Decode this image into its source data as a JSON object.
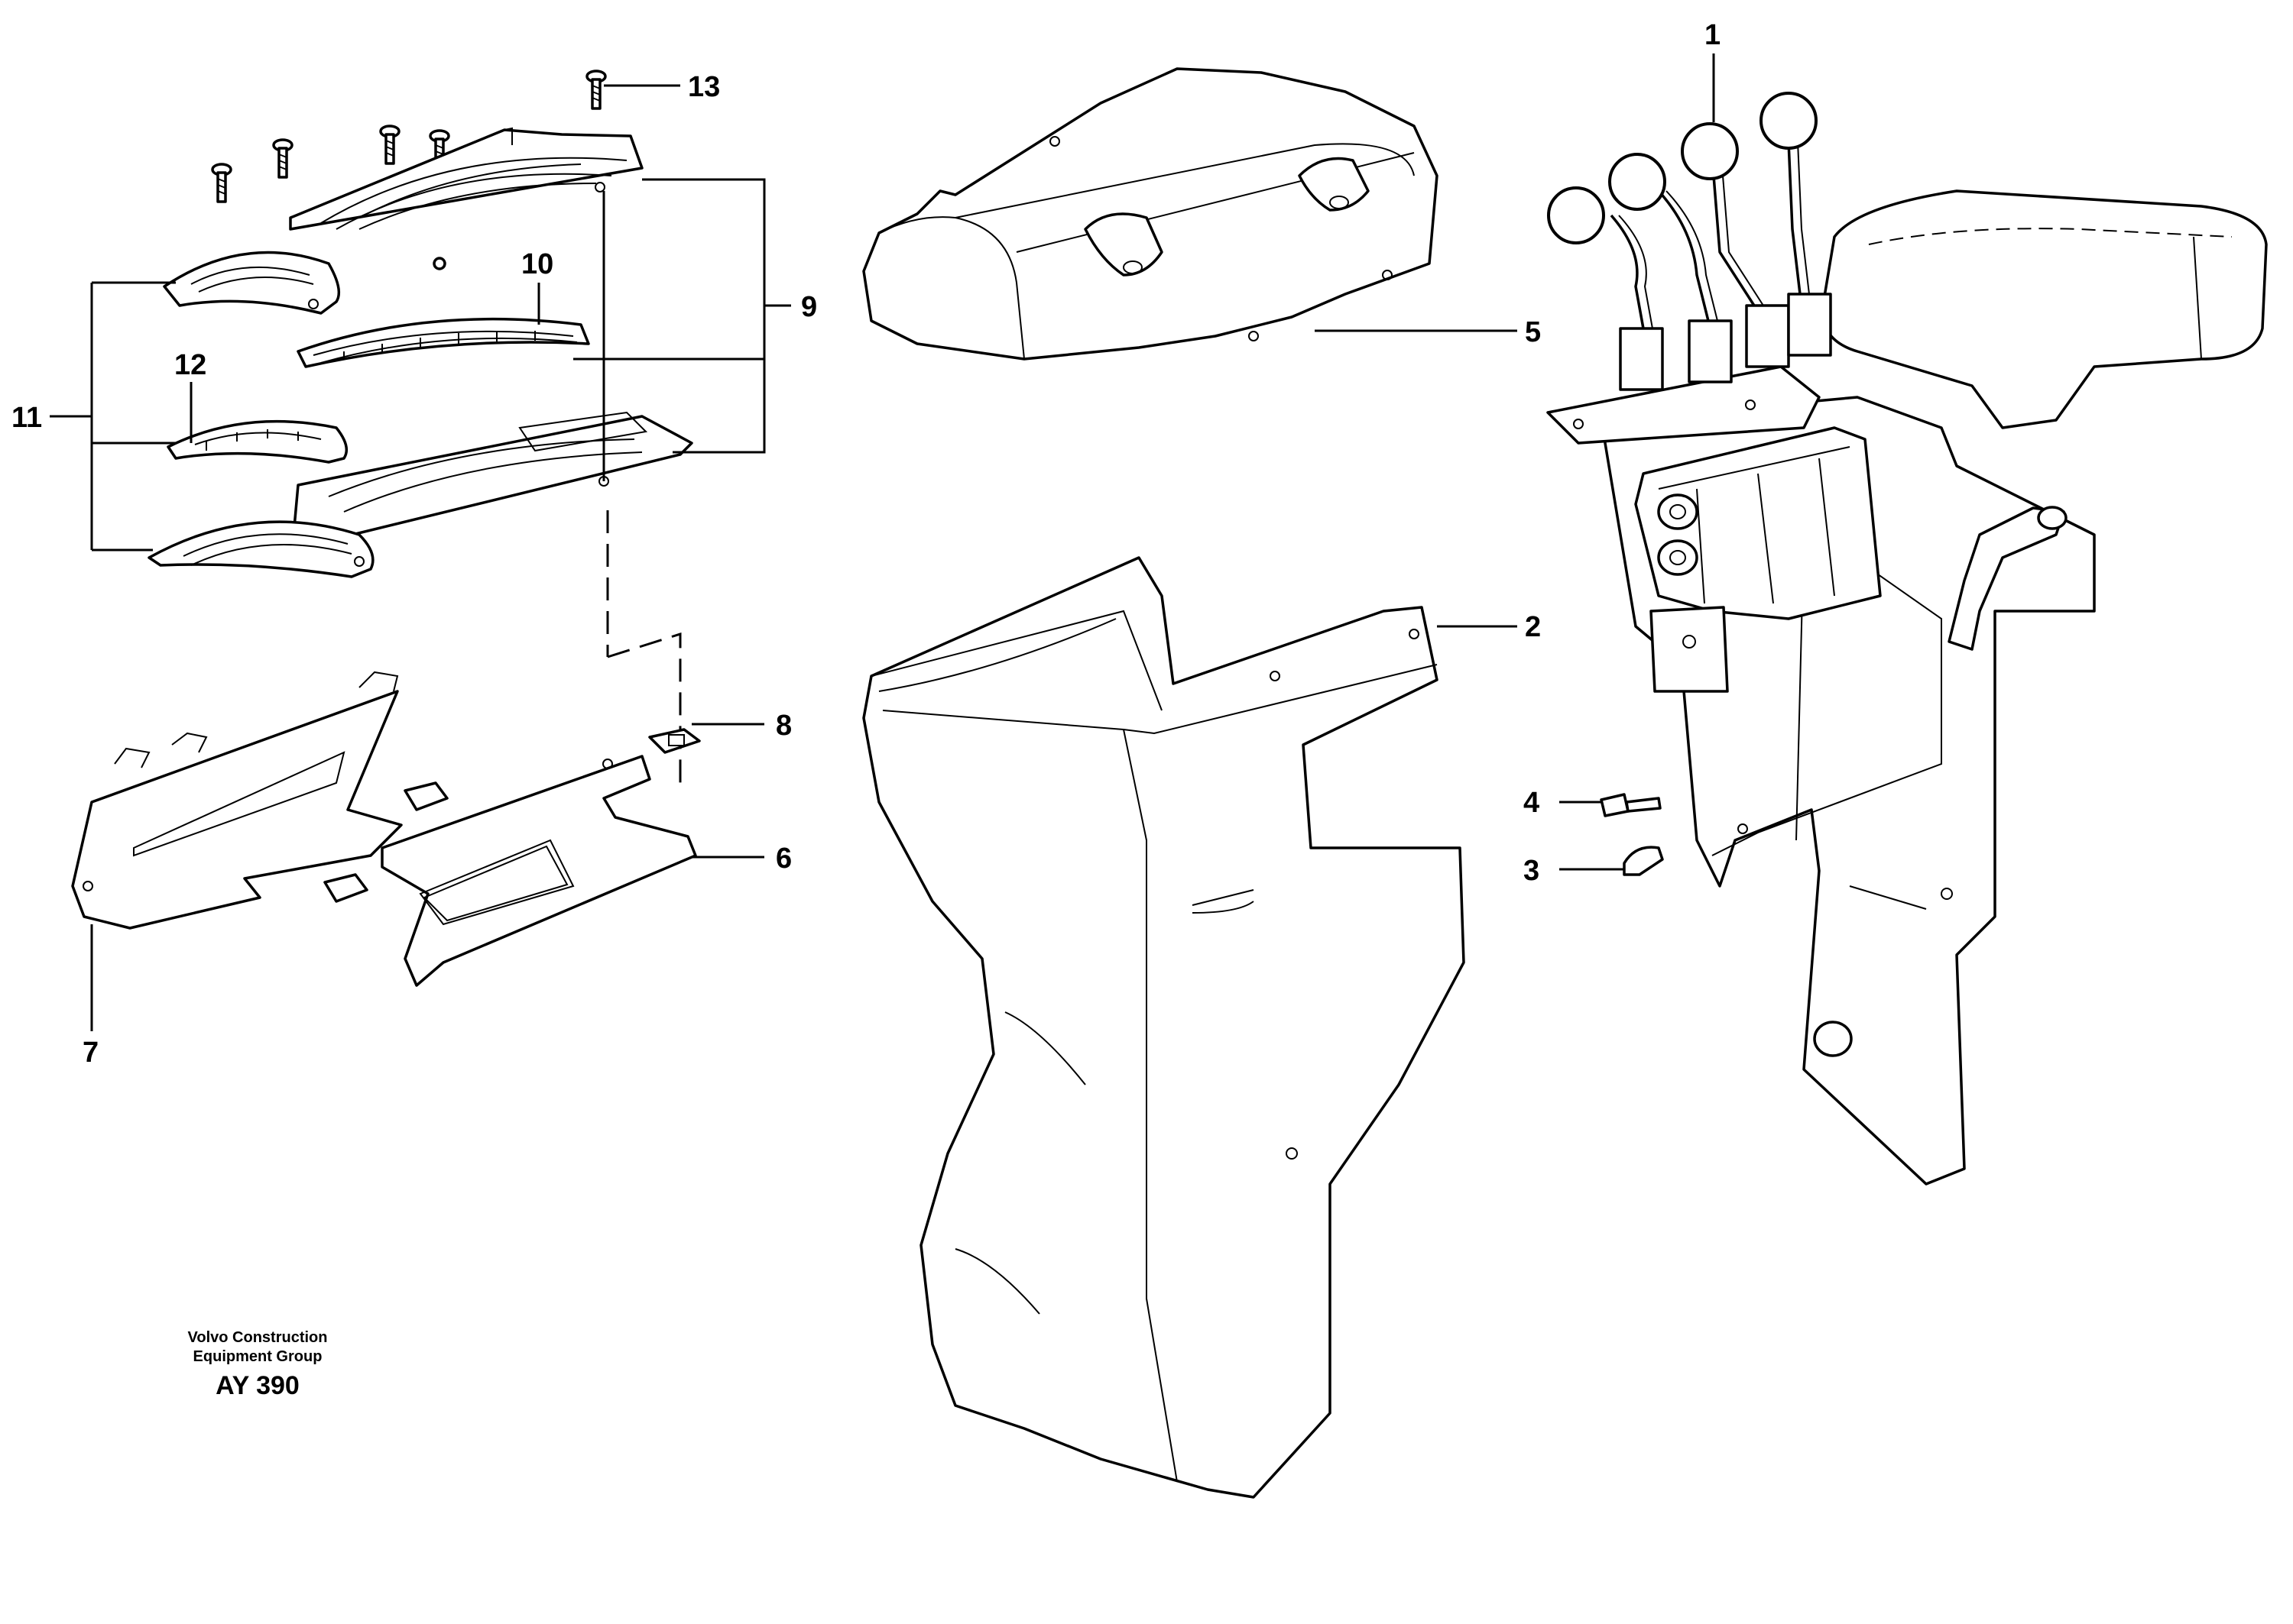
{
  "drawing": {
    "callouts": [
      "1",
      "2",
      "3",
      "4",
      "5",
      "6",
      "7",
      "8",
      "9",
      "10",
      "11",
      "12",
      "13"
    ],
    "publisher_line_1": "Volvo Construction",
    "publisher_line_2": "Equipment Group",
    "figure_code": "AY 390"
  }
}
